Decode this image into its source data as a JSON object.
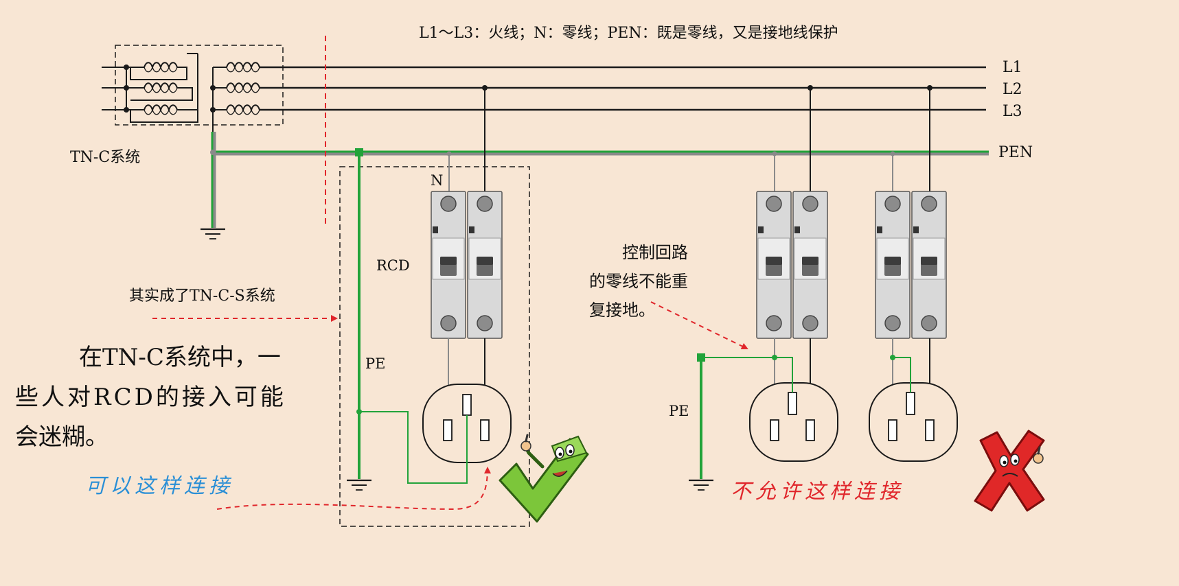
{
  "legend_text": "L1～L3：火线；N：零线；PEN：既是零线，又是接地线保护",
  "system_label": "TN-C系统",
  "lines": {
    "l1": "L1",
    "l2": "L2",
    "l3": "L3",
    "pen": "PEN"
  },
  "rcd_label": "RCD",
  "n_label": "N",
  "pe_left": "PE",
  "pe_right": "PE",
  "becomes_label": "其实成了TN-C-S系统",
  "main_text": [
    "在TN-C系统中，一",
    "些人对RCD的接入可能",
    "会迷糊。"
  ],
  "note_text": [
    "控制回路",
    "的零线不能重",
    "复接地。"
  ],
  "ok_text": "可以这样连接",
  "bad_text": "不允许这样连接",
  "colors": {
    "background": "#f8e6d4",
    "line": "#1a1a1a",
    "pen": "#22a33a",
    "pe": "#22a33a",
    "arrow": "#e0262b",
    "ok_text": "#2a8fd6",
    "bad_text": "#e0262b",
    "breaker_body": "#d9d9d9",
    "check_mark": "#7cc63a",
    "cross_mark": "#e02828"
  },
  "icons": [
    "transformer-icon",
    "ground-icon",
    "breaker-icon",
    "socket-icon",
    "check-mascot-icon",
    "cross-mascot-icon"
  ]
}
